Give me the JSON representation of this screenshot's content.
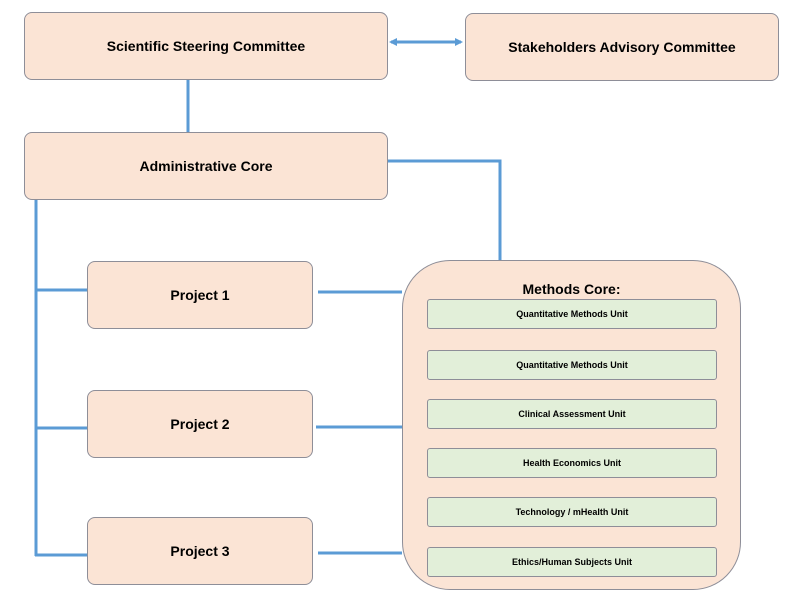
{
  "diagram": {
    "steering_committee": "Scientific Steering Committee",
    "stakeholders_committee": "Stakeholders Advisory Committee",
    "administrative_core": "Administrative Core",
    "projects": [
      "Project 1",
      "Project 2",
      "Project 3"
    ],
    "methods_core": {
      "title": "Methods Core:",
      "units": [
        "Quantitative Methods Unit",
        "Quantitative Methods Unit",
        "Clinical Assessment Unit",
        "Health Economics Unit",
        "Technology / mHealth Unit",
        "Ethics/Human Subjects Unit"
      ]
    },
    "colors": {
      "box_fill": "#fbe4d5",
      "unit_fill": "#e2efd9",
      "connector": "#5b9bd5",
      "border": "#8e8e98"
    }
  }
}
